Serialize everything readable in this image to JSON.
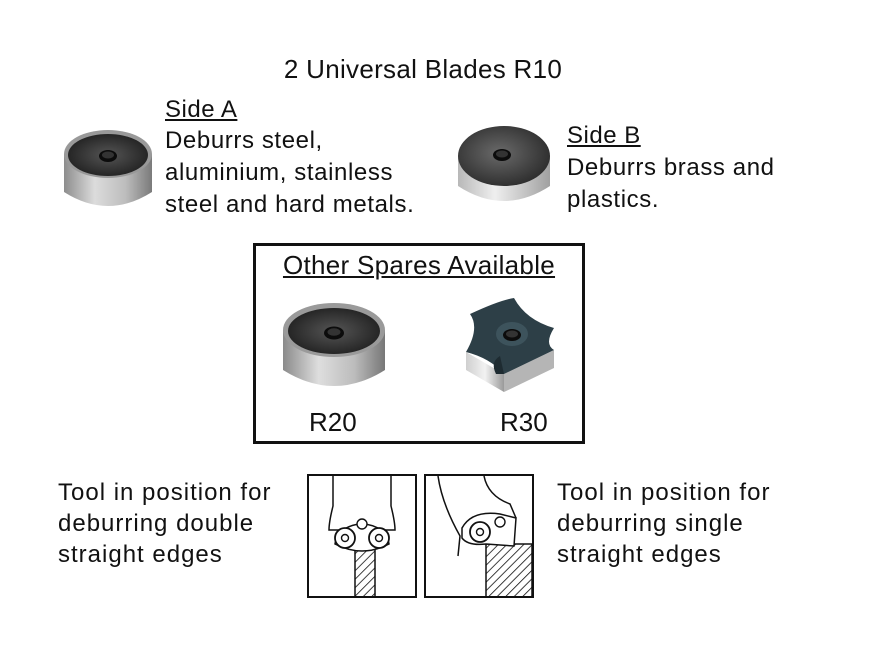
{
  "title": "2 Universal Blades R10",
  "side_a": {
    "heading": "Side A",
    "lines": [
      "Deburrs steel,",
      "aluminium, stainless",
      "steel and hard metals."
    ]
  },
  "side_b": {
    "heading": "Side B",
    "lines": [
      "Deburrs brass and",
      "plastics."
    ]
  },
  "spares": {
    "heading": "Other Spares Available",
    "items": [
      {
        "label": "R20",
        "icon": "round-blade-icon"
      },
      {
        "label": "R30",
        "icon": "square-blade-icon"
      }
    ]
  },
  "captions": {
    "double": [
      "Tool in position for",
      "deburring double",
      "straight edges"
    ],
    "single": [
      "Tool in position for",
      "deburring single",
      "straight edges"
    ]
  }
}
